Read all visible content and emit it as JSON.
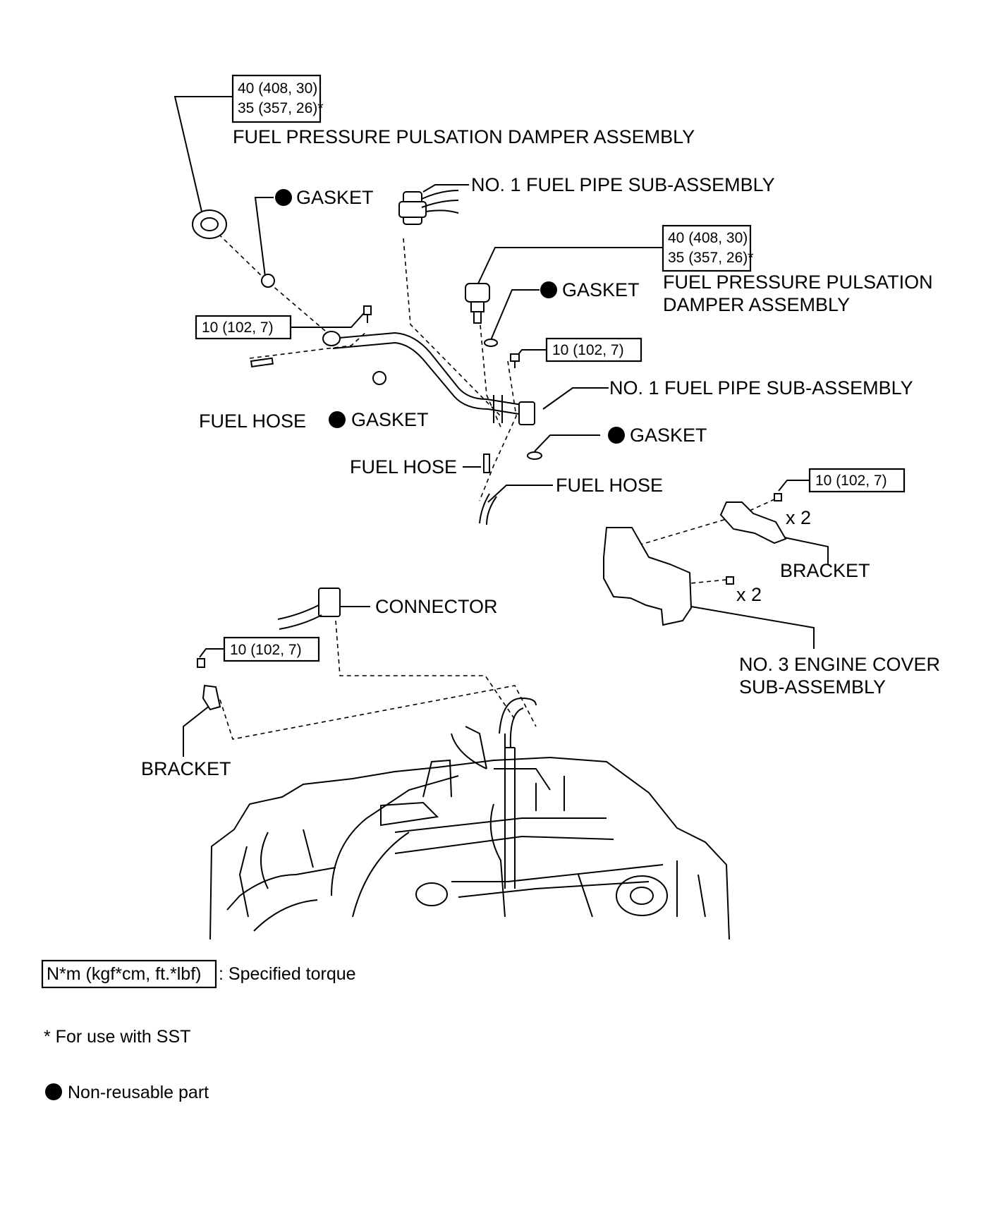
{
  "callouts": {
    "damper_left_torque_1": "40 (408, 30)",
    "damper_left_torque_2": "35 (357, 26)*",
    "damper_left_label": "FUEL PRESSURE PULSATION DAMPER ASSEMBLY",
    "gasket_1": "GASKET",
    "fuel_pipe_top": "NO. 1 FUEL PIPE SUB-ASSEMBLY",
    "damper_right_torque_1": "40 (408, 30)",
    "damper_right_torque_2": "35 (357, 26)*",
    "damper_right_label_1": "FUEL PRESSURE PULSATION",
    "damper_right_label_2": "DAMPER ASSEMBLY",
    "gasket_2": "GASKET",
    "bolt_left_torque": "10 (102, 7)",
    "bolt_mid_torque": "10 (102, 7)",
    "fuel_pipe_mid": "NO. 1 FUEL PIPE SUB-ASSEMBLY",
    "fuel_hose_1": "FUEL HOSE",
    "gasket_3": "GASKET",
    "gasket_4": "GASKET",
    "fuel_hose_2": "FUEL HOSE",
    "fuel_hose_3": "FUEL HOSE",
    "bracket_right_torque": "10 (102, 7)",
    "qty_1": "x 2",
    "bracket_right": "BRACKET",
    "qty_2": "x 2",
    "connector": "CONNECTOR",
    "bracket_left_torque": "10 (102, 7)",
    "engine_cover_1": "NO. 3 ENGINE COVER",
    "engine_cover_2": "SUB-ASSEMBLY",
    "bracket_left": "BRACKET"
  },
  "legend": {
    "torque_unit": "N*m (kgf*cm, ft.*lbf)",
    "torque_desc": ": Specified torque",
    "sst_note": "* For use with SST",
    "non_reusable": "Non-reusable part"
  }
}
